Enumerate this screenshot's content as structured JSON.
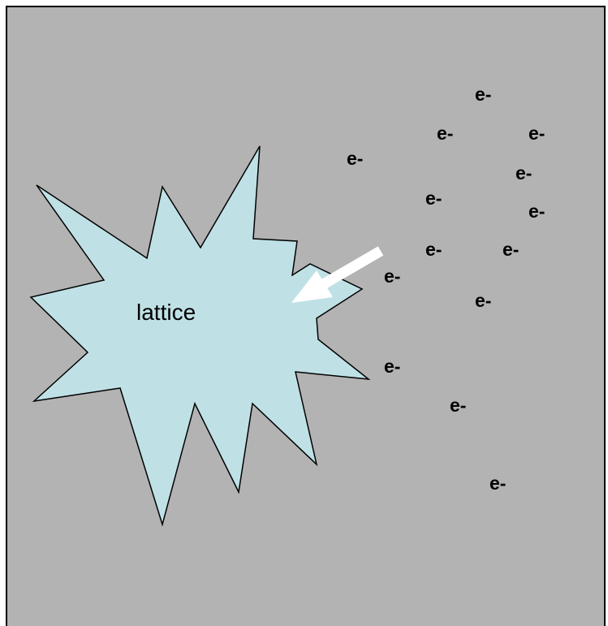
{
  "diagram": {
    "background_color": "#b3b3b3",
    "lattice": {
      "label": "lattice",
      "fill_color": "#bfe1e6",
      "stroke_color": "#000000"
    },
    "arrow": {
      "color": "#ffffff",
      "direction": "pointing into lattice"
    },
    "electrons": [
      {
        "label": "e-"
      },
      {
        "label": "e-"
      },
      {
        "label": "e-"
      },
      {
        "label": "e-"
      },
      {
        "label": "e-"
      },
      {
        "label": "e-"
      },
      {
        "label": "e-"
      },
      {
        "label": "e-"
      },
      {
        "label": "e-"
      },
      {
        "label": "e-"
      },
      {
        "label": "e-"
      },
      {
        "label": "e-"
      },
      {
        "label": "e-"
      },
      {
        "label": "e-"
      }
    ]
  }
}
